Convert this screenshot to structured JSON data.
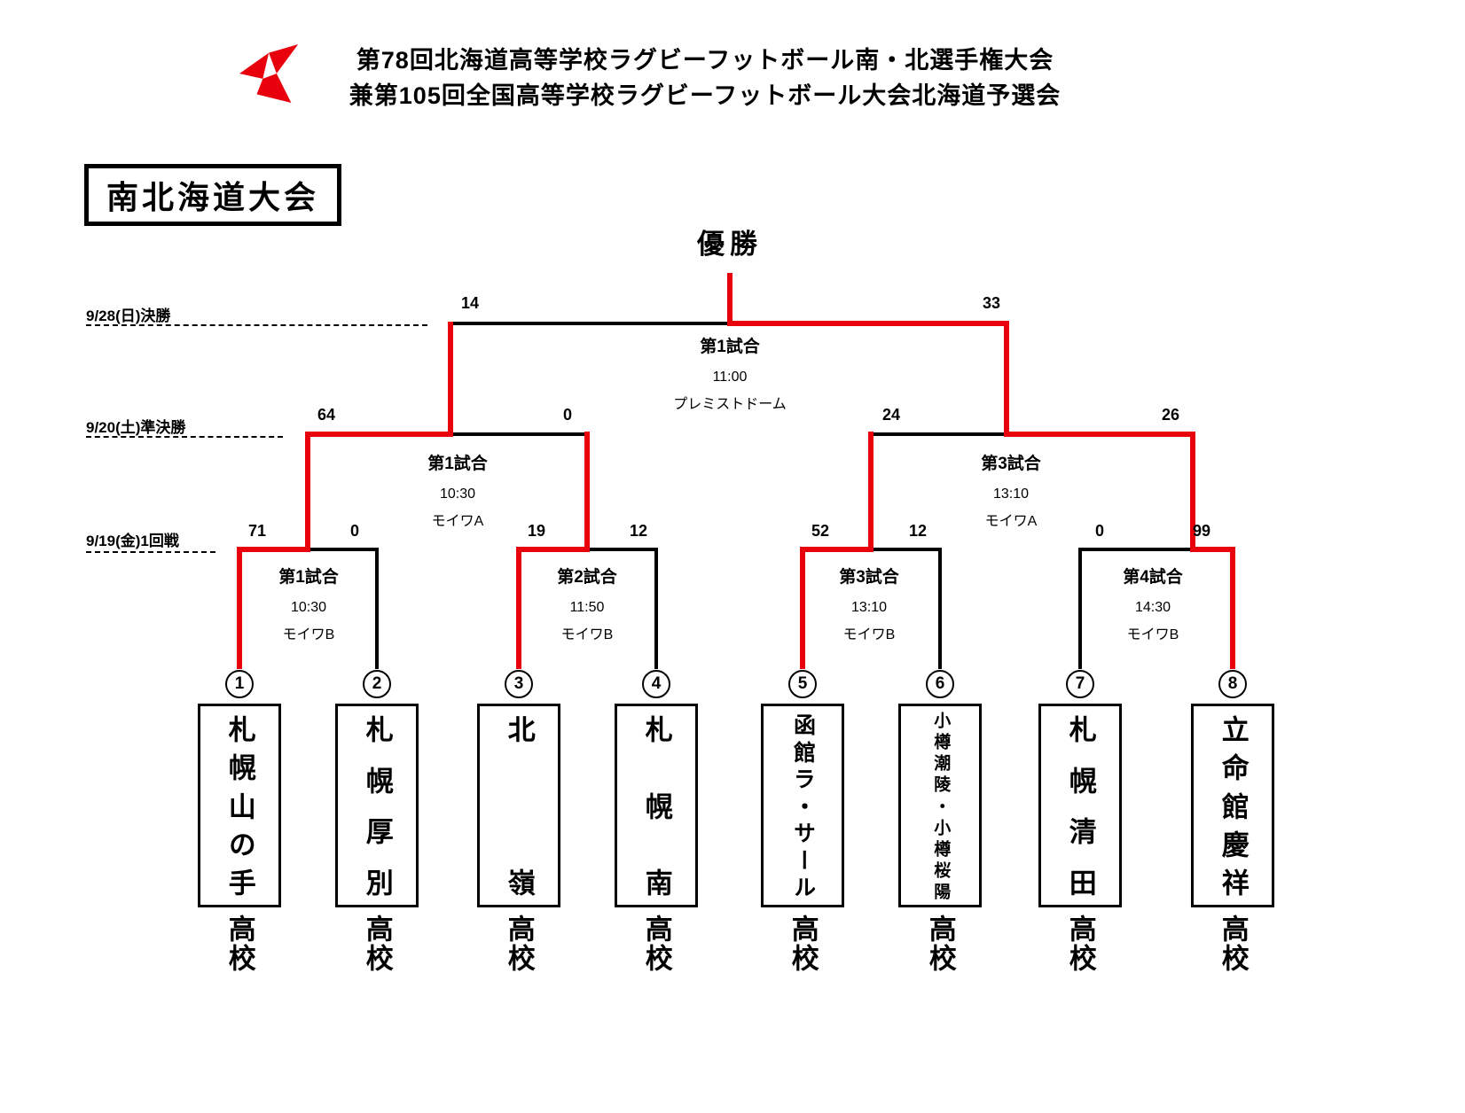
{
  "header": {
    "title_line1": "第78回北海道高等学校ラグビーフットボール南・北選手権大会",
    "title_line2": "兼第105回全国高等学校ラグビーフットボール大会北海道予選会",
    "logo": "red-origami-arrow"
  },
  "tournament_label": "南北海道大会",
  "champion_label": "優勝",
  "colors": {
    "winner_path": "#e8000d",
    "line": "#000000"
  },
  "rounds": [
    {
      "label": "9/28(日)決勝"
    },
    {
      "label": "9/20(土)準決勝"
    },
    {
      "label": "9/19(金)1回戦"
    }
  ],
  "matches": {
    "final": {
      "name": "第1試合",
      "time": "11:00",
      "venue": "プレミストドーム",
      "score_left": "14",
      "score_right": "33",
      "winner": "right"
    },
    "semifinals": [
      {
        "name": "第1試合",
        "time": "10:30",
        "venue": "モイワA",
        "score_left": "64",
        "score_right": "0",
        "winner": "left"
      },
      {
        "name": "第3試合",
        "time": "13:10",
        "venue": "モイワA",
        "score_left": "24",
        "score_right": "26",
        "winner": "right"
      }
    ],
    "round1": [
      {
        "name": "第1試合",
        "time": "10:30",
        "venue": "モイワB",
        "score_left": "71",
        "score_right": "0",
        "winner": "left"
      },
      {
        "name": "第2試合",
        "time": "11:50",
        "venue": "モイワB",
        "score_left": "19",
        "score_right": "12",
        "winner": "left"
      },
      {
        "name": "第3試合",
        "time": "13:10",
        "venue": "モイワB",
        "score_left": "52",
        "score_right": "12",
        "winner": "left"
      },
      {
        "name": "第4試合",
        "time": "14:30",
        "venue": "モイワB",
        "score_left": "0",
        "score_right": "99",
        "winner": "right"
      }
    ]
  },
  "teams": [
    {
      "seed": "1",
      "name": "札幌山の手",
      "suffix": "高校"
    },
    {
      "seed": "2",
      "name": "札幌厚別",
      "suffix": "高校"
    },
    {
      "seed": "3",
      "name": "北嶺",
      "suffix": "高校"
    },
    {
      "seed": "4",
      "name": "札幌南",
      "suffix": "高校"
    },
    {
      "seed": "5",
      "name": "函館ラ・サール",
      "suffix": "高校"
    },
    {
      "seed": "6",
      "name": "小樽潮陵・小樽桜陽",
      "suffix": "高校"
    },
    {
      "seed": "7",
      "name": "札幌清田",
      "suffix": "高校"
    },
    {
      "seed": "8",
      "name": "立命館慶祥",
      "suffix": "高校"
    }
  ]
}
